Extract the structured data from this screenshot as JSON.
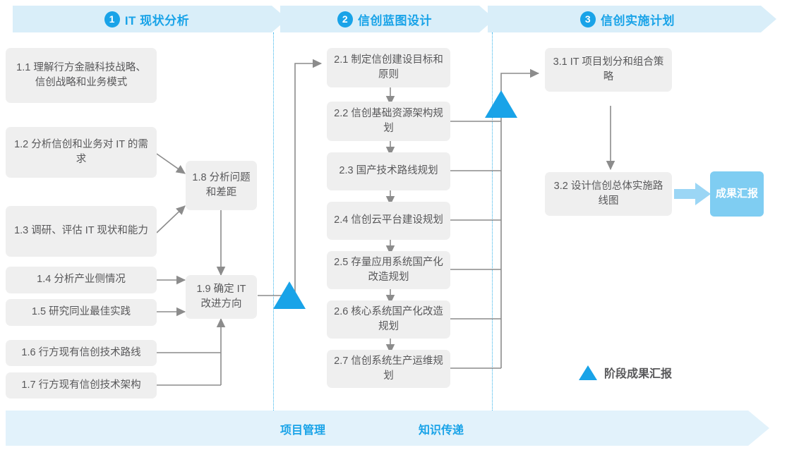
{
  "phases": [
    {
      "num": "1",
      "label": "IT 现状分析"
    },
    {
      "num": "2",
      "label": "信创蓝图设计"
    },
    {
      "num": "3",
      "label": "信创实施计划"
    }
  ],
  "phase1_tasks": [
    {
      "id": "1.1",
      "text": "1.1 理解行方金融科技战略、信创战略和业务模式"
    },
    {
      "id": "1.2",
      "text": "1.2 分析信创和业务对 IT 的需求"
    },
    {
      "id": "1.3",
      "text": "1.3 调研、评估 IT 现状和能力"
    },
    {
      "id": "1.4",
      "text": "1.4 分析产业侧情况"
    },
    {
      "id": "1.5",
      "text": "1.5 研究同业最佳实践"
    },
    {
      "id": "1.6",
      "text": "1.6 行方现有信创技术路线"
    },
    {
      "id": "1.7",
      "text": "1.7 行方现有信创技术架构"
    },
    {
      "id": "1.8",
      "text": "1.8 分析问题和差距"
    },
    {
      "id": "1.9",
      "text": "1.9 确定 IT 改进方向"
    }
  ],
  "phase2_tasks": [
    {
      "id": "2.1",
      "text": "2.1 制定信创建设目标和原则"
    },
    {
      "id": "2.2",
      "text": "2.2 信创基础资源架构规划"
    },
    {
      "id": "2.3",
      "text": "2.3 国产技术路线规划"
    },
    {
      "id": "2.4",
      "text": "2.4 信创云平台建设规划"
    },
    {
      "id": "2.5",
      "text": "2.5 存量应用系统国产化改造规划"
    },
    {
      "id": "2.6",
      "text": "2.6 核心系统国产化改造规划"
    },
    {
      "id": "2.7",
      "text": "2.7 信创系统生产运维规划"
    }
  ],
  "phase3_tasks": [
    {
      "id": "3.1",
      "text": "3.1 IT 项目划分和组合策略"
    },
    {
      "id": "3.2",
      "text": "3.2 设计信创总体实施路线图"
    }
  ],
  "deliverable": {
    "text": "成果汇报"
  },
  "legend": {
    "label": "阶段成果汇报",
    "icon": "triangle-marker"
  },
  "bottom_band": {
    "labels": [
      "项目管理",
      "知识传递"
    ]
  },
  "colors": {
    "accent": "#19a3e8",
    "band": "#e2f2fb",
    "banner": "#d9eef9",
    "box": "#efefef",
    "box_text": "#58585a",
    "deliverable": "#7fcdf2",
    "connector": "#8c8c8c",
    "dotted": "#35b3ea"
  }
}
